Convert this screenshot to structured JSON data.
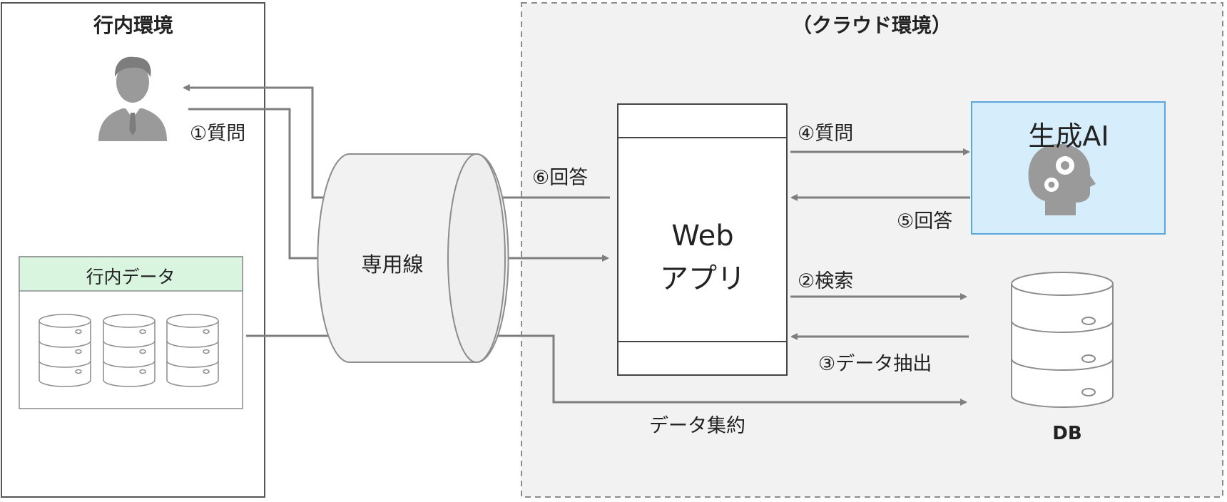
{
  "zones": {
    "bank_title": "行内環境",
    "cloud_title": "（クラウド環境）"
  },
  "bank": {
    "data_box_title": "行内データ"
  },
  "leased_line": {
    "label": "専用線"
  },
  "webapp": {
    "line1": "Web",
    "line2": "アプリ"
  },
  "ai": {
    "title": "生成AI"
  },
  "db": {
    "label": "DB"
  },
  "flows": {
    "step1": "①質問",
    "step2": "②検索",
    "step3": "③データ抽出",
    "step4": "④質問",
    "step5": "⑤回答",
    "step6": "⑥回答",
    "aggregate": "データ集約"
  },
  "colors": {
    "line": "#7f7f7f",
    "icon": "#9a9a9a",
    "cloud_bg": "#f2f2f2",
    "data_header": "#d9f5df",
    "ai_fill": "#d6eefb",
    "ai_border": "#5aa7dc"
  }
}
